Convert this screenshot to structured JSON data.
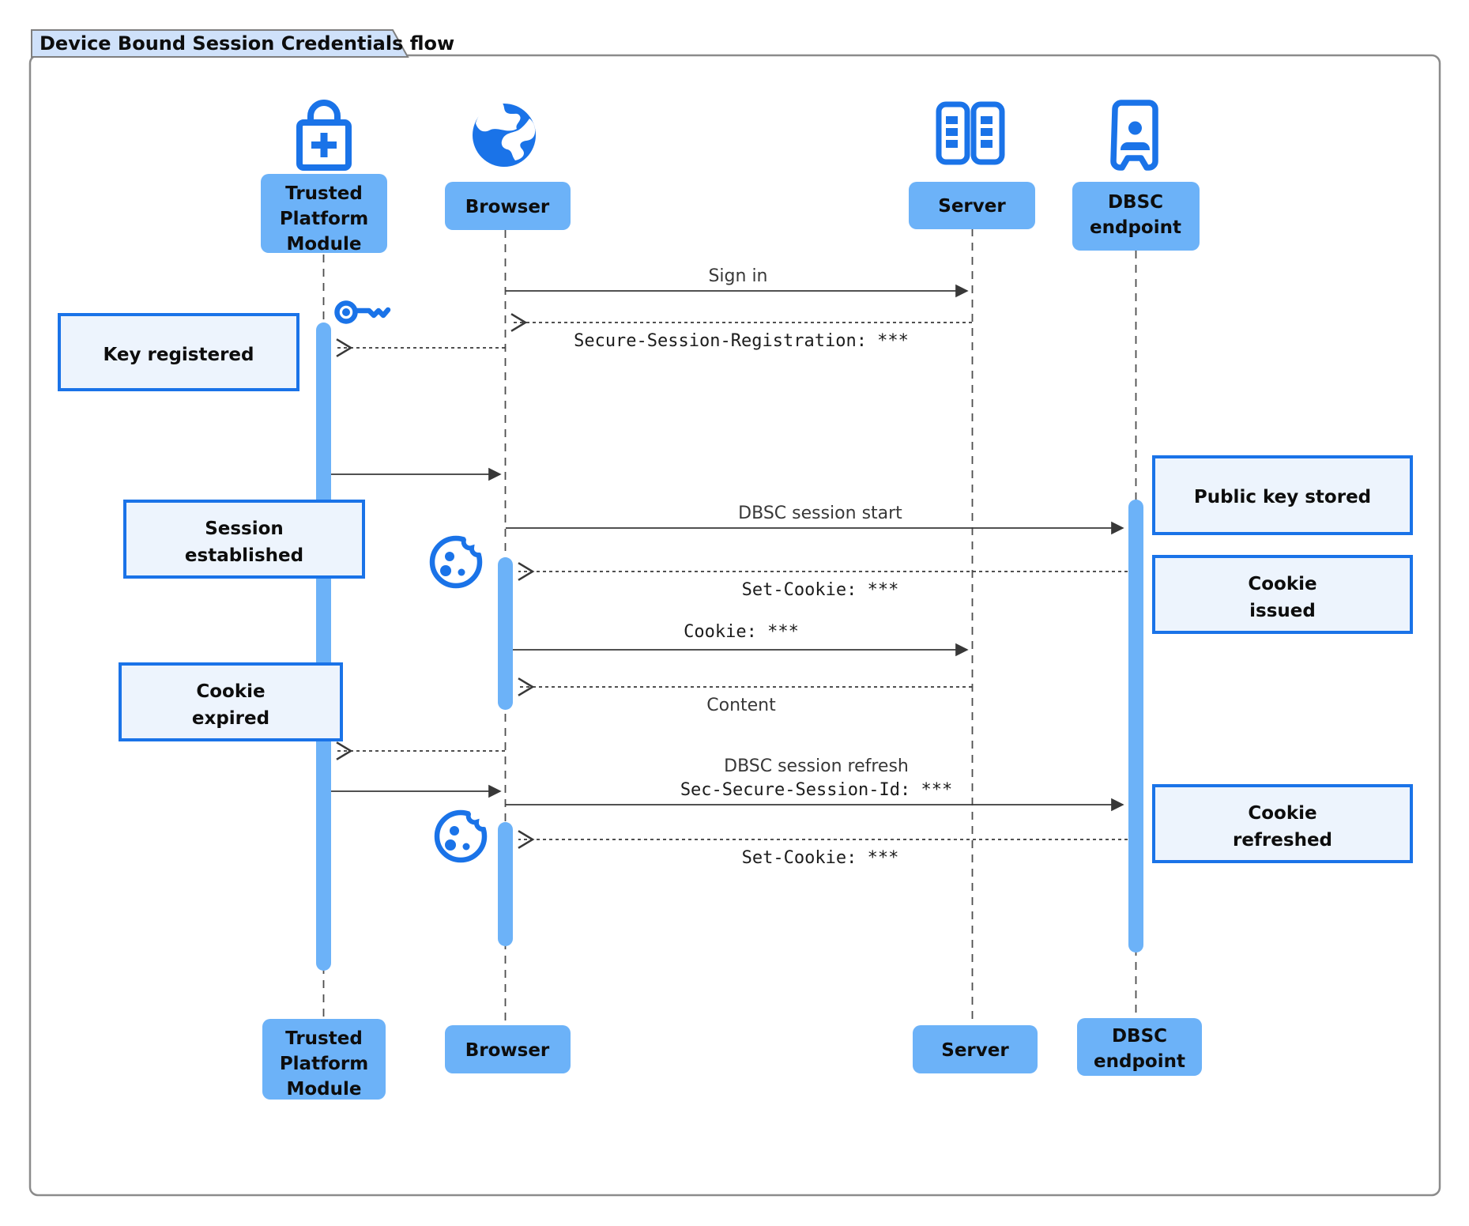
{
  "title": "Device Bound Session Credentials flow",
  "colors": {
    "icon_blue": "#1a73e8",
    "label_fill": "#6cb2f8",
    "note_fill": "#edf4fd",
    "note_border": "#1a73e8",
    "bar_fill": "#6cb2f8",
    "frame_border": "#8b8b8b",
    "title_fill": "#cfe1fa",
    "message_text": "#383838"
  },
  "actors": {
    "tpm": {
      "name": "Trusted Platform Module",
      "icon": "lock-plus-icon",
      "lines": [
        "Trusted",
        "Platform",
        "Module"
      ]
    },
    "browser": {
      "name": "Browser",
      "icon": "globe-icon",
      "lines": [
        "Browser"
      ]
    },
    "server": {
      "name": "Server",
      "icon": "server-racks-icon",
      "lines": [
        "Server"
      ]
    },
    "dbsc": {
      "name": "DBSC endpoint",
      "icon": "contact-badge-icon",
      "lines": [
        "DBSC",
        "endpoint"
      ]
    }
  },
  "messages": {
    "sign_in": "Sign in",
    "secure_session_registration": "Secure-Session-Registration: ***",
    "dbsc_session_start": "DBSC session start",
    "set_cookie_1": "Set-Cookie: ***",
    "cookie": "Cookie: ***",
    "content": "Content",
    "dbsc_session_refresh": "DBSC session refresh",
    "sec_secure_session_id": "Sec-Secure-Session-Id: ***",
    "set_cookie_2": "Set-Cookie: ***"
  },
  "notes": {
    "key_registered": [
      "Key registered"
    ],
    "session_established": [
      "Session",
      "established"
    ],
    "cookie_expired": [
      "Cookie",
      "expired"
    ],
    "public_key_stored": [
      "Public key stored"
    ],
    "cookie_issued": [
      "Cookie",
      "issued"
    ],
    "cookie_refreshed": [
      "Cookie",
      "refreshed"
    ]
  }
}
